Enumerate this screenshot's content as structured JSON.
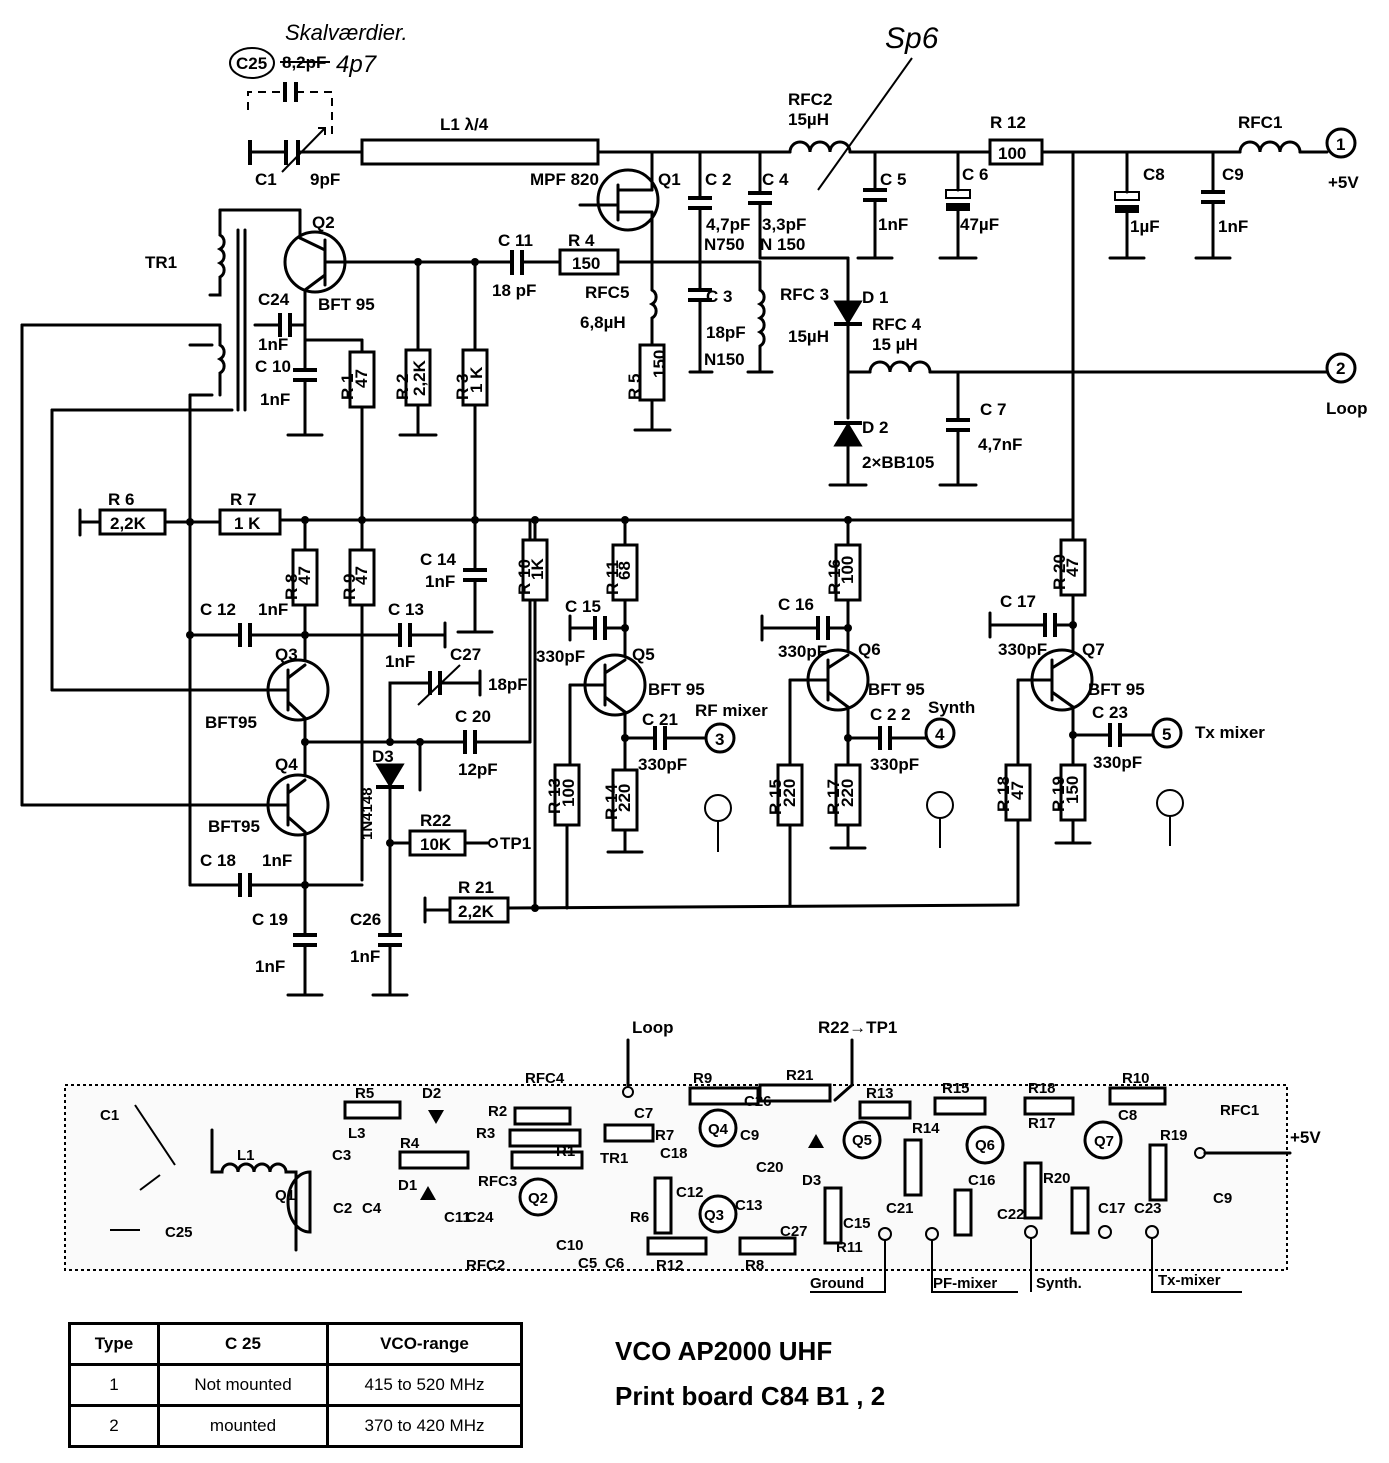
{
  "notes": {
    "handwritten_top": "Skalværdier.",
    "c25_circled": "C25",
    "c25_old_value": "8,2pF",
    "c25_new_value": "4p7",
    "sp6": "Sp6"
  },
  "components": {
    "C1": "C1",
    "C1_val": "9pF",
    "L1": "L1 λ/4",
    "Q1": "Q1",
    "Q1_type": "MPF 820",
    "Q2": "Q2",
    "Q2_type": "BFT 95",
    "TR1": "TR1",
    "C24": "C24",
    "C24_val": "1nF",
    "C10": "C 10",
    "C10_val": "1nF",
    "R1": "R 1",
    "R1_val": "47",
    "R2": "R 2",
    "R2_val": "2,2K",
    "R3": "R 3",
    "R3_val": "1 K",
    "C11": "C 11",
    "C11_val": "18 pF",
    "R4": "R 4",
    "R4_val": "150",
    "RFC5": "RFC5",
    "RFC5_val": "6,8µH",
    "R5": "R 5",
    "R5_val": "150",
    "C2": "C 2",
    "C2_val": "4,7pF",
    "C2_type": "N750",
    "C3": "C 3",
    "C3_val": "18pF",
    "C3_type": "N150",
    "C4": "C 4",
    "C4_val": "3,3pF",
    "C4_type": "N 150",
    "RFC2": "RFC2",
    "RFC2_val": "15µH",
    "RFC3": "RFC 3",
    "RFC3_val": "15µH",
    "C5": "C 5",
    "C5_val": "1nF",
    "C6": "C 6",
    "C6_val": "47µF",
    "R12": "R 12",
    "R12_val": "100",
    "RFC1": "RFC1",
    "C8": "C8",
    "C8_val": "1µF",
    "C9": "C9",
    "C9_val": "1nF",
    "D1": "D 1",
    "RFC4": "RFC 4",
    "RFC4_val": "15 µH",
    "D2": "D 2",
    "D2_type": "2×BB105",
    "C7": "C 7",
    "C7_val": "4,7nF",
    "R6": "R 6",
    "R6_val": "2,2K",
    "R7": "R 7",
    "R7_val": "1 K",
    "R8": "R 8",
    "R8_val": "47",
    "R9": "R 9",
    "R9_val": "47",
    "C12": "C 12",
    "C12_val": "1nF",
    "C13": "C 13",
    "C13_val": "1nF",
    "C14": "C 14",
    "C14_val": "1nF",
    "R10": "R 10",
    "R10_val": "1K",
    "R11": "R 11",
    "R11_val": "68",
    "C15": "C 15",
    "C15_val": "330pF",
    "R16": "R 16",
    "R16_val": "100",
    "C16": "C 16",
    "C16_val": "330pF",
    "R20": "R 20",
    "R20_val": "47",
    "C17": "C 17",
    "C17_val": "330pF",
    "Q3": "Q3",
    "Q3_type": "BFT95",
    "Q4": "Q4",
    "Q4_type": "BFT95",
    "Q5": "Q5",
    "Q5_type": "BFT 95",
    "Q6": "Q6",
    "Q6_type": "BFT 95",
    "Q7": "Q7",
    "Q7_type": "BFT 95",
    "C27": "C27",
    "C27_val": "18pF",
    "C20": "C 20",
    "C20_val": "12pF",
    "D3": "D3",
    "D3_type": "1N4148",
    "C21": "C 21",
    "C21_val": "330pF",
    "C22": "C 2 2",
    "C22_val": "330pF",
    "C23": "C 23",
    "C23_val": "330pF",
    "R13": "R 13",
    "R13_val": "100",
    "R14": "R 14",
    "R14_val": "220",
    "R15": "R 15",
    "R15_val": "220",
    "R17": "R 17",
    "R17_val": "220",
    "R18": "R 18",
    "R18_val": "47",
    "R19": "R 19",
    "R19_val": "150",
    "R22": "R22",
    "R22_val": "10K",
    "R21": "R 21",
    "R21_val": "2,2K",
    "C18": "C 18",
    "C18_val": "1nF",
    "C19": "C 19",
    "C19_val": "1nF",
    "C26": "C26",
    "C26_val": "1nF"
  },
  "connectors": {
    "p1_num": "1",
    "p1_label": "+5V",
    "p2_num": "2",
    "p2_label": "Loop",
    "p3_num": "3",
    "p3_label": "RF mixer",
    "p4_num": "4",
    "p4_label": "Synth",
    "p5_num": "5",
    "p5_label": "Tx mixer",
    "tp1": "TP1"
  },
  "pcb": {
    "loop": "Loop",
    "r22_tp1": "R22→TP1",
    "plus5v": "+5V",
    "ground": "Ground",
    "pf_mixer": "PF-mixer",
    "synth": "Synth.",
    "tx_mixer": "Tx-mixer",
    "labels": [
      "C1",
      "L1",
      "Q1",
      "C25",
      "R5",
      "D2",
      "L3",
      "R4",
      "C3",
      "D1",
      "C2",
      "C4",
      "RFC4",
      "R2",
      "R3",
      "R1",
      "RFC3",
      "C11",
      "C24",
      "RFC2",
      "C7",
      "R7",
      "TR1",
      "Q2",
      "C10",
      "C5",
      "C6",
      "R9",
      "Q4",
      "C26",
      "C9",
      "C18",
      "C12",
      "R6",
      "C13",
      "Q3",
      "C20",
      "R12",
      "R8",
      "R21",
      "R13",
      "C27",
      "D3",
      "Q5",
      "C15",
      "R11",
      "R14",
      "C21",
      "R15",
      "Q6",
      "C16",
      "R17",
      "C22",
      "R18",
      "R20",
      "Q7",
      "C17",
      "C23",
      "R10",
      "C8",
      "R19",
      "RFC1",
      "C9"
    ]
  },
  "table": {
    "headers": [
      "Type",
      "C 25",
      "VCO-range"
    ],
    "rows": [
      [
        "1",
        "Not  mounted",
        "415  to  520  MHz"
      ],
      [
        "2",
        "mounted",
        "370 to 420 MHz"
      ]
    ]
  },
  "footer": {
    "title": "VCO AP2000 UHF",
    "board": "Print board C84 B1 , 2"
  }
}
